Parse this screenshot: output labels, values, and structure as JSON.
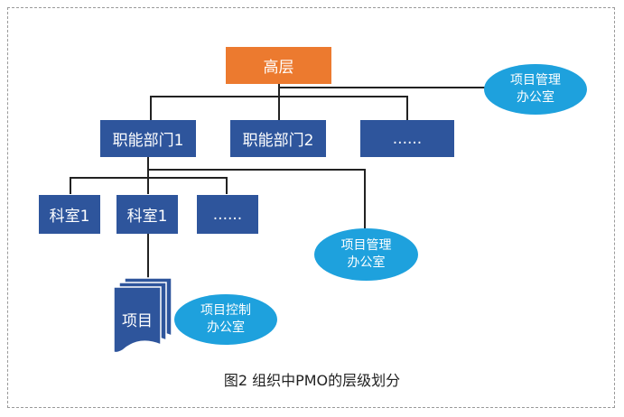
{
  "top": {
    "label": "高层"
  },
  "pmo_top": {
    "line1": "项目管理",
    "line2": "办公室"
  },
  "departments": [
    "职能部门1",
    "职能部门2",
    "......"
  ],
  "sections": [
    "科室1",
    "科室1",
    "......"
  ],
  "pmo_mid": {
    "line1": "项目管理",
    "line2": "办公室"
  },
  "project": {
    "label": "项目"
  },
  "pco": {
    "line1": "项目控制",
    "line2": "办公室"
  },
  "caption": "图2 组织中PMO的层级划分",
  "colors": {
    "box": "#2e559c",
    "top_box": "#ec7a2f",
    "ellipse": "#1ea1dd"
  }
}
